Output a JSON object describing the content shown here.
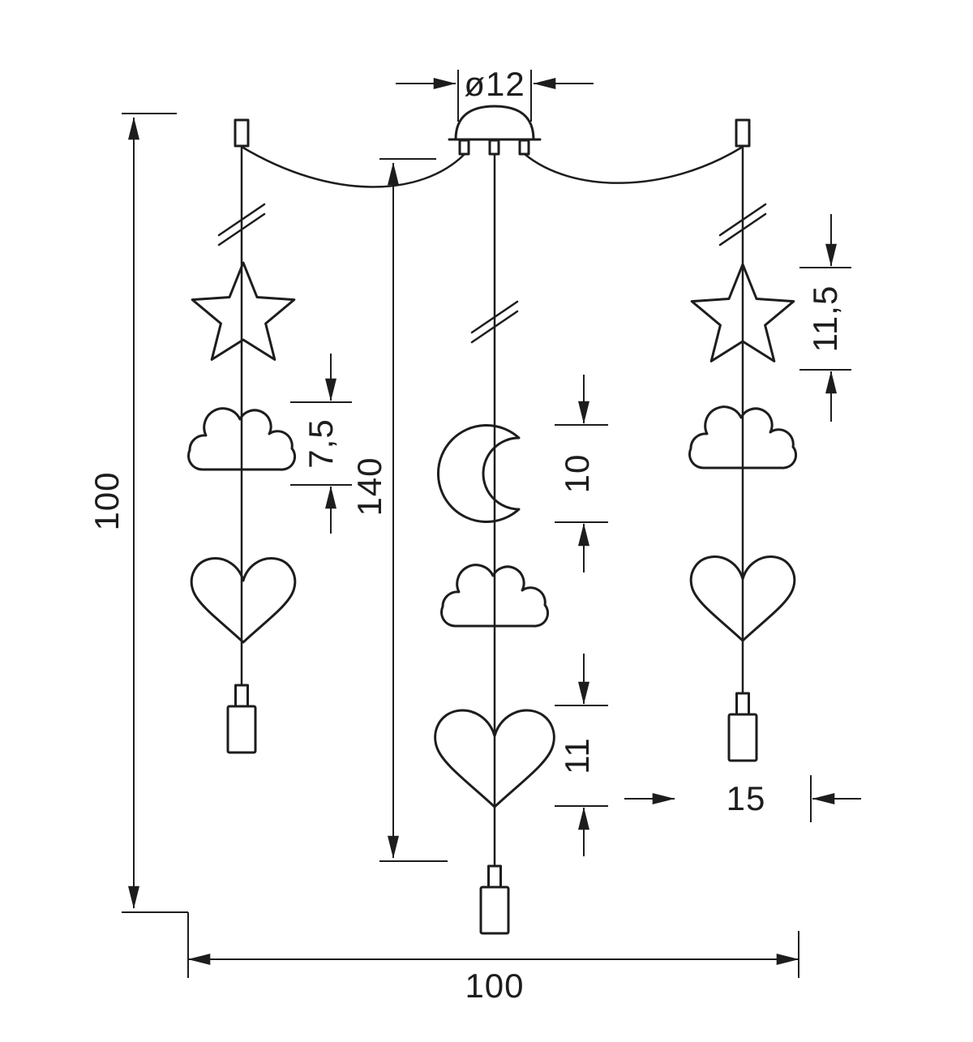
{
  "page": {
    "background": "#ffffff",
    "line_color": "#1d1d1d"
  },
  "dimensions": {
    "canopy_diameter": "ø12",
    "overall_height": "100",
    "center_drop": "140",
    "cloud_height": "7,5",
    "moon_height": "10",
    "heart_height": "11",
    "star_height": "11,5",
    "socket_offset": "15",
    "overall_width": "100"
  }
}
